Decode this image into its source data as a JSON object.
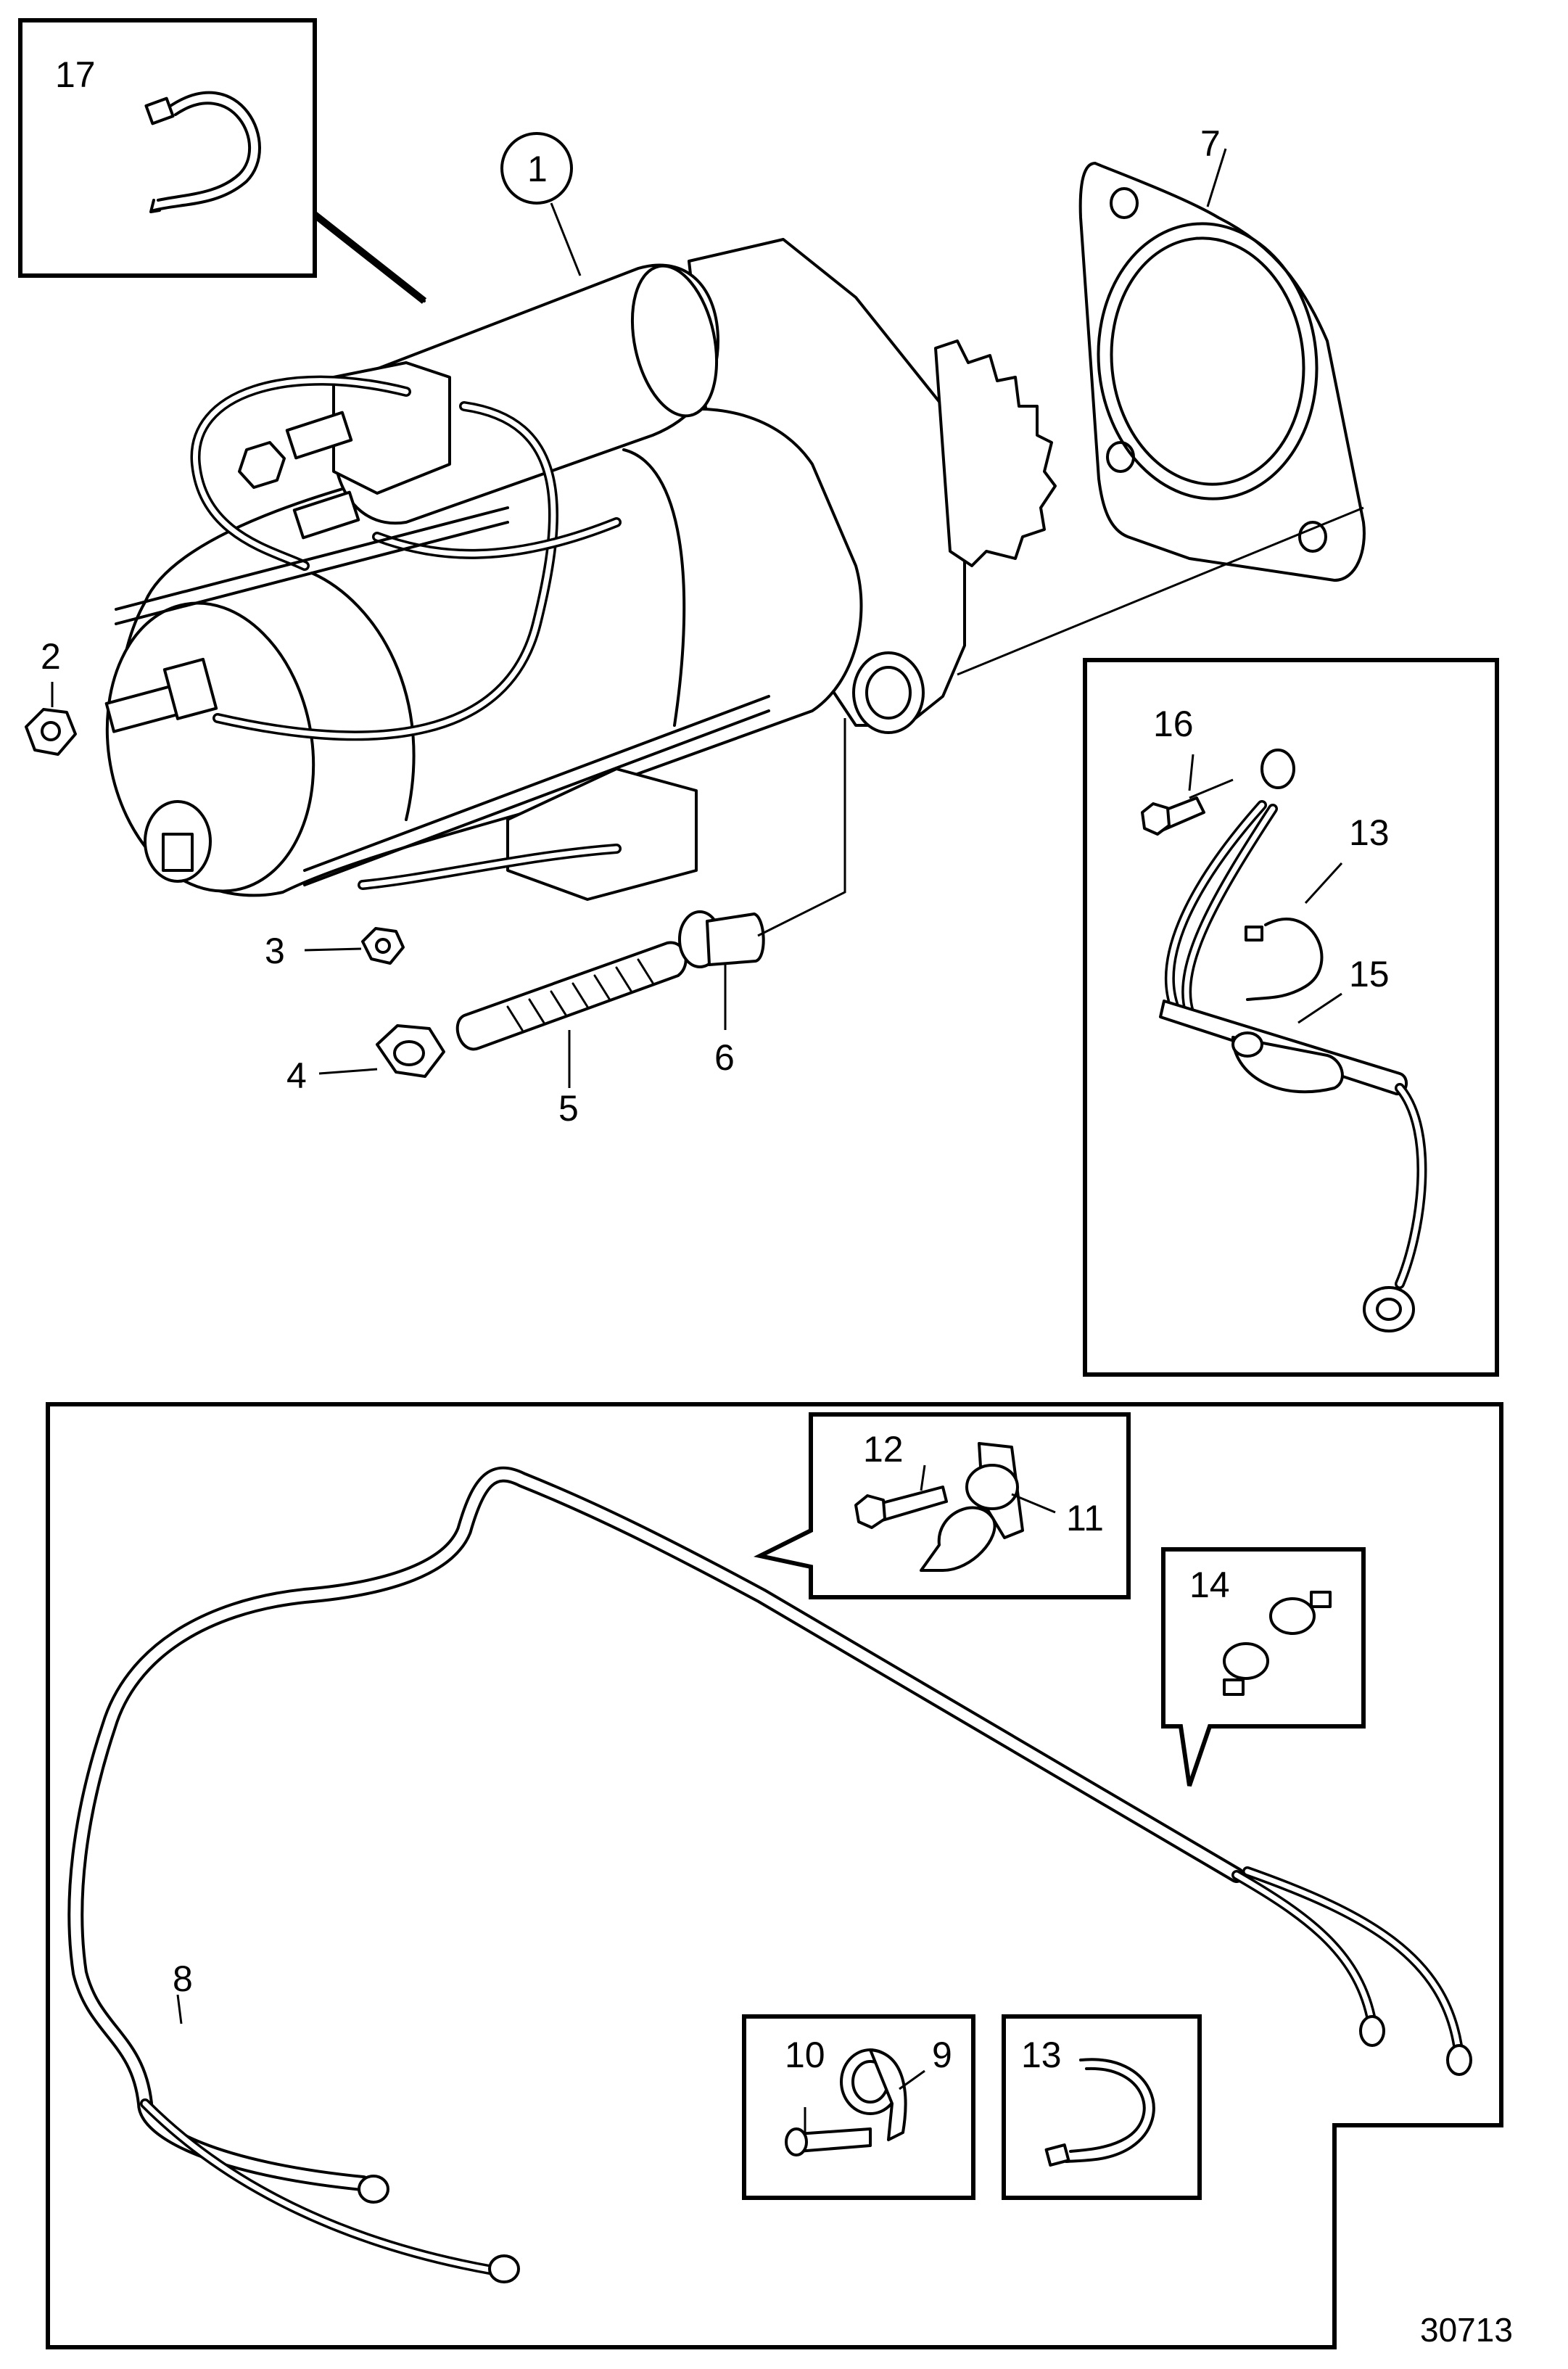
{
  "callouts": {
    "c1": "1",
    "c2": "2",
    "c3": "3",
    "c4": "4",
    "c5": "5",
    "c6": "6",
    "c7": "7",
    "c8": "8",
    "c9": "9",
    "c10": "10",
    "c11": "11",
    "c12": "12",
    "c13a": "13",
    "c13b": "13",
    "c14": "14",
    "c15": "15",
    "c16": "16",
    "c17": "17"
  },
  "figure_number": "30713"
}
